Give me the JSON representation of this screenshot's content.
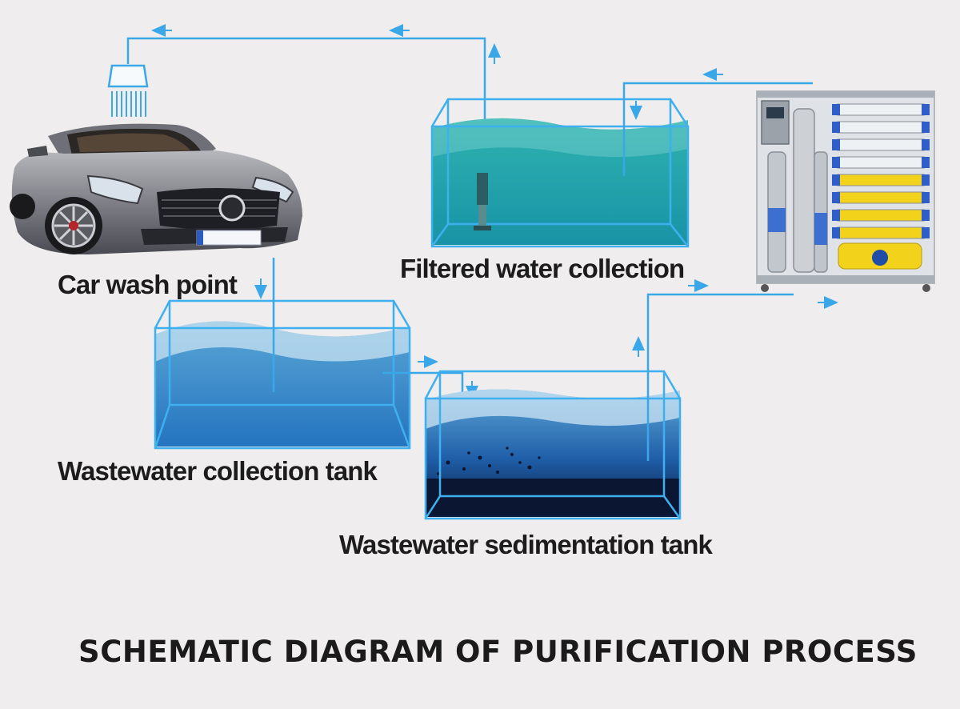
{
  "labels": {
    "car_wash_point": "Car wash point",
    "filtered_water_collection": "Filtered water collection",
    "wastewater_collection_tank": "Wastewater collection tank",
    "wastewater_sedimentation_tank": "Wastewater sedimentation tank"
  },
  "caption": "SCHEMATIC DIAGRAM OF PURIFICATION PROCESS",
  "colors": {
    "background": "#efeded",
    "pipe": "#3aa8e8",
    "tank_outline": "#3fb0ef",
    "filtered_water": "#1c9fa5",
    "wastewater": "#2f83c6",
    "sediment": "#0b1632",
    "car_body": "#8a8b90",
    "machine_frame": "#c9ccd0",
    "membrane_blue": "#2f5ec8",
    "membrane_yellow": "#f2d21a"
  },
  "icons": {
    "flow_arrow": "flow-arrow-icon",
    "shower_nozzle": "shower-head-icon",
    "car": "car-icon",
    "purifier": "purification-machine-icon",
    "pump": "pump-icon"
  }
}
